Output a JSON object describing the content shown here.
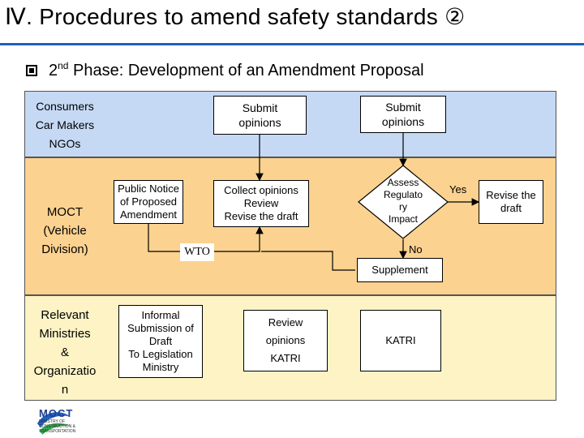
{
  "title": "Ⅳ. Procedures to amend safety standards ②",
  "subtitle": {
    "prefix": "2",
    "sup": "nd",
    "text": " Phase: Development of an Amendment Proposal"
  },
  "rows": {
    "row1_labels": [
      "Consumers",
      "Car Makers",
      "NGOs"
    ],
    "row2_labels": [
      "MOCT",
      "(Vehicle",
      "Division)"
    ],
    "row3_labels": [
      "Relevant",
      "Ministries",
      "&",
      "Organizatio",
      "n"
    ]
  },
  "boxes": {
    "submit1": [
      "Submit",
      "opinions"
    ],
    "submit2": [
      "Submit",
      "opinions"
    ],
    "public_notice": [
      "Public Notice",
      "of Proposed",
      "Amendment"
    ],
    "collect": [
      "Collect opinions",
      "Review",
      "Revise the draft"
    ],
    "assess": [
      "Assess",
      "Regulato",
      "ry",
      "Impact"
    ],
    "revise": [
      "Revise the",
      "draft"
    ],
    "supplement": "Supplement",
    "informal": [
      "Informal",
      "Submission of",
      "Draft",
      "To Legislation",
      "Ministry"
    ],
    "review": [
      "Review",
      "opinions",
      "KATRI"
    ],
    "katri": "KATRI"
  },
  "labels": {
    "wto": "WTO",
    "yes": "Yes",
    "no": "No"
  },
  "logo": {
    "name": "MOCT",
    "sub": "MINISTRY OF CONSTRUCTION & TRANSPORTATION"
  },
  "colors": {
    "band_blue": "#c6d9f4",
    "band_orange": "#fbd28f",
    "band_yellow": "#fdf3c4",
    "title_rule": "#1f5fbf"
  }
}
